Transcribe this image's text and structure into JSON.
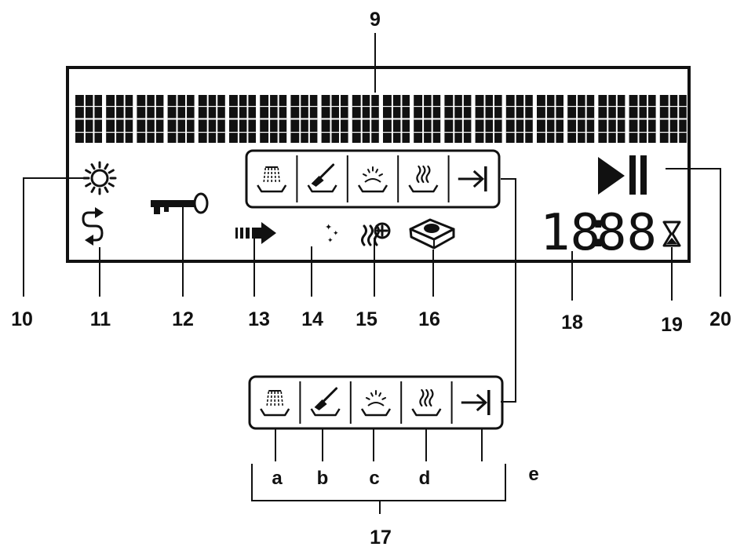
{
  "callouts": {
    "c9": "9",
    "c10": "10",
    "c11": "11",
    "c12": "12",
    "c13": "13",
    "c14": "14",
    "c15": "15",
    "c16": "16",
    "c17": "17",
    "c18": "18",
    "c19": "19",
    "c20": "20"
  },
  "sub_labels": {
    "a": "a",
    "b": "b",
    "c": "c",
    "d": "d",
    "e": "e"
  },
  "clock": {
    "hours": "18",
    "minutes": "88",
    "separator": ":"
  },
  "icons": {
    "i10": "sun-icon",
    "i11": "repeat-arrow-icon",
    "i12": "key-icon",
    "i13": "dashed-arrow-icon",
    "i14": "moon-stars-icon",
    "i15": "steam-plus-icon",
    "i16": "tablet-tray-icon",
    "i18": "digit-clock",
    "i19": "hourglass-icon",
    "i20": "play-pause-icon",
    "a": "prewash-spray-icon",
    "b": "brush-wash-icon",
    "c": "rinse-sparkle-icon",
    "d": "dry-steam-icon",
    "e": "end-arrow-icon"
  }
}
